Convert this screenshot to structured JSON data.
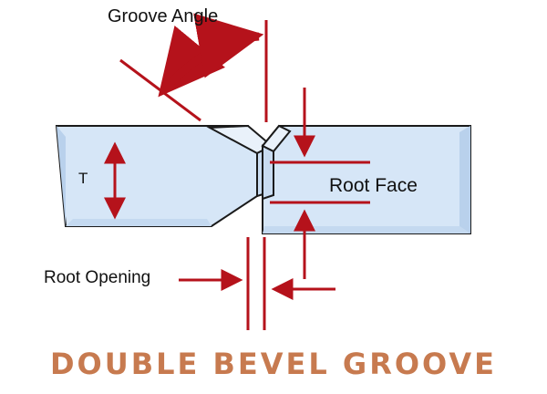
{
  "diagram": {
    "title": "DOUBLE BEVEL GROOVE",
    "labels": {
      "groove_angle": "Groove Angle",
      "root_face": "Root Face",
      "root_opening": "Root Opening",
      "thickness": "T"
    },
    "colors": {
      "plate_fill": "#d6e6f7",
      "plate_edge": "#a9c4e3",
      "outline": "#1a1a1a",
      "dimension": "#b5121b",
      "title": "#c77a4f"
    }
  }
}
